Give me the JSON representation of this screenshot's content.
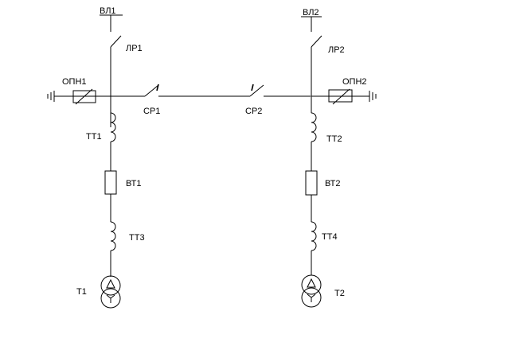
{
  "labels": {
    "line1": "ВЛ1",
    "line2": "ВЛ2",
    "disconnector1": "ЛР1",
    "disconnector2": "ЛР2",
    "surge_arrester1": "ОПН1",
    "surge_arrester2": "ОПН2",
    "sectional_disconnector1": "СР1",
    "sectional_disconnector2": "СР2",
    "current_transformer1": "ТТ1",
    "current_transformer2": "ТТ2",
    "current_transformer3": "ТТ3",
    "current_transformer4": "ТТ4",
    "breaker1": "ВТ1",
    "breaker2": "ВТ2",
    "transformer1": "Т1",
    "transformer2": "Т2"
  },
  "colors": {
    "stroke": "#000000",
    "background": "#ffffff"
  }
}
